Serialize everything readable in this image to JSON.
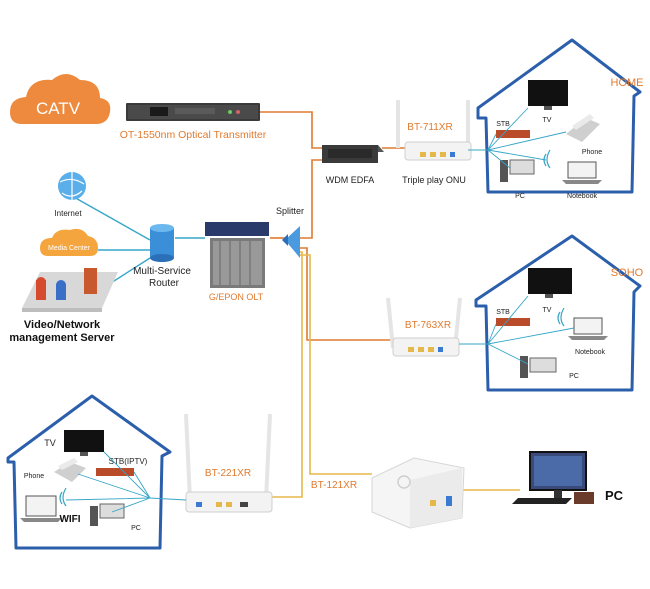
{
  "colors": {
    "orange": "#e07a2e",
    "blue": "#2b5fab",
    "cyan": "#36a6c7",
    "gold": "#e6b84a",
    "dark": "#333333",
    "red": "#b94a2a"
  },
  "labels": {
    "catv": "CATV",
    "transmitter": "OT-1550nm Optical Transmitter",
    "wdm_edfa": "WDM EDFA",
    "triple_play": "Triple play ONU",
    "internet": "Internet",
    "media_center": "Media Center",
    "router": "Multi-Service Router",
    "router_l1": "Multi-Service",
    "router_l2": "Router",
    "olt": "G/EPON OLT",
    "splitter": "Splitter",
    "server_l1": "Video/Network",
    "server_l2": "management Server"
  },
  "home": {
    "title": "HOME",
    "device": "BT-711XR",
    "stb": "STB",
    "tv": "TV",
    "phone": "Phone",
    "pc": "PC",
    "notebook": "Notebook"
  },
  "soho": {
    "title": "SOHO",
    "device": "BT-763XR",
    "stb": "STB",
    "tv": "TV",
    "notebook": "Notebook",
    "pc": "PC"
  },
  "bottom_house": {
    "device": "BT-221XR",
    "tv": "TV",
    "stb": "STB(IPTV)",
    "phone": "Phone",
    "wifi": "WIFI",
    "pc": "PC"
  },
  "bt121": {
    "device": "BT-121XR",
    "pc": "PC"
  }
}
